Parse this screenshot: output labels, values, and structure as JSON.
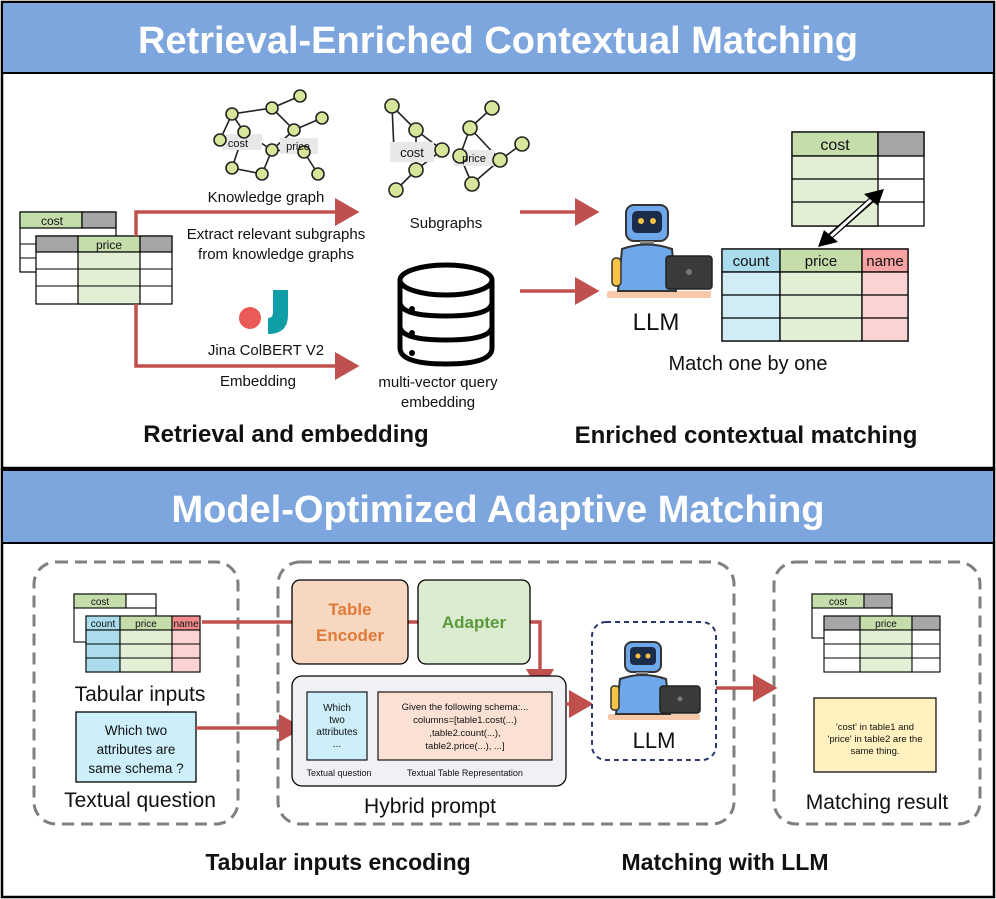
{
  "top": {
    "banner": "Retrieval-Enriched Contextual Matching",
    "kg_label": "Knowledge graph",
    "node_cost": "cost",
    "node_price": "price",
    "extract_text": [
      "Extract relevant subgraphs",
      "from knowledge graphs"
    ],
    "subgraphs_label": "Subgraphs",
    "jina_label": "Jina ColBERT V2",
    "embedding_label": "Embedding",
    "multivector_text": [
      "multi-vector query",
      "embedding"
    ],
    "llm_label": "LLM",
    "match_text": "Match one by one",
    "retrieval_title": "Retrieval and embedding",
    "enriched_title": "Enriched contextual matching",
    "tables": {
      "cost": "cost",
      "price": "price",
      "count": "count",
      "name": "name"
    }
  },
  "bottom": {
    "banner": "Model-Optimized Adaptive Matching",
    "tabular_inputs": "Tabular inputs",
    "textual_question_label": "Textual question",
    "question_text": [
      "Which two",
      "attributes are",
      "same schema ?"
    ],
    "table_encoder": [
      "Table",
      "Encoder"
    ],
    "adapter": "Adapter",
    "mini_question": [
      "Which",
      "two",
      "attributes",
      "..."
    ],
    "mini_question_caption": "Textual question",
    "schema_text": [
      "Given the following schema:...",
      "columns=[table1.cost(...)",
      ",table2.count(...),",
      "table2.price(...), ...]"
    ],
    "schema_caption": "Textual Table Representation",
    "hybrid_prompt": "Hybrid prompt",
    "llm_label": "LLM",
    "result_text": [
      "'cost' in table1 and",
      "'price' in table2 are the",
      "same thing."
    ],
    "matching_result": "Matching result",
    "encoding_title": "Tabular inputs encoding",
    "llm_title": "Matching with LLM",
    "tables": {
      "cost": "cost",
      "price": "price",
      "count": "count",
      "name": "name"
    }
  },
  "colors": {
    "banner": "#7ea6de",
    "table_green": "#c5dcab",
    "table_gray": "#a6a6a6",
    "table_blue": "#aadcec",
    "table_red": "#f8a3a3",
    "arrow": "#c0504d",
    "encoder_orange": "#f7d7c0",
    "adapter_green": "#dbecd1",
    "question_blue": "#cdeffa",
    "result_yellow": "#fff2c0"
  },
  "icons": [
    "knowledge-graph-icon",
    "database-icon",
    "jina-logo-icon",
    "robot-laptop-icon"
  ]
}
